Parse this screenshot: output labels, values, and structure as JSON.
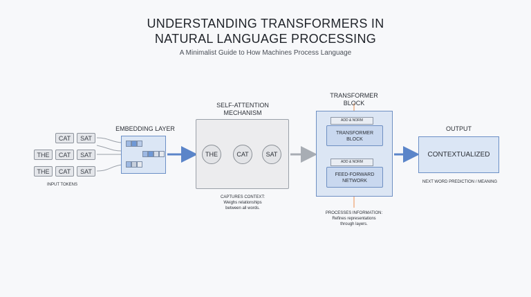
{
  "header": {
    "title_line1": "UNDERSTANDING TRANSFORMERS IN",
    "title_line2": "NATURAL LANGUAGE PROCESSING",
    "subtitle": "A Minimalist Guide to How Machines Process Language"
  },
  "input": {
    "rows": [
      [
        "CAT",
        "SAT"
      ],
      [
        "THE",
        "CAT",
        "SAT"
      ],
      [
        "THE",
        "CAT",
        "SAT"
      ]
    ],
    "label": "INPUT TOKENS"
  },
  "embedding": {
    "label": "EMBEDDING LAYER"
  },
  "attention": {
    "title_line1": "SELF-ATTENTION",
    "title_line2": "MECHANISM",
    "nodes": [
      "THE",
      "CAT",
      "SAT"
    ],
    "caption_line1": "CAPTURES CONTEXT:",
    "caption_line2": "Weighs relationships",
    "caption_line3": "between all words."
  },
  "transformer": {
    "title_line1": "TRANSFORMER",
    "title_line2": "BLOCK",
    "addnorm1": "ADD & NORM",
    "block1_line1": "TRANSFORMER",
    "block1_line2": "BLOCK",
    "addnorm2": "ADD & NORM",
    "block2_line1": "FEED-FORWARD",
    "block2_line2": "NETWORK",
    "caption_line1": "PROCESSES INFORMATION:",
    "caption_line2": "Refines representations",
    "caption_line3": "through layers."
  },
  "output": {
    "title": "OUTPUT",
    "value": "CONTEXTUALIZED",
    "caption": "NEXT WORD PREDICTION / MEANING"
  },
  "colors": {
    "accent_blue": "#5b85c9",
    "accent_orange": "#f0a06a",
    "arrow_gray": "#a8adb4"
  }
}
